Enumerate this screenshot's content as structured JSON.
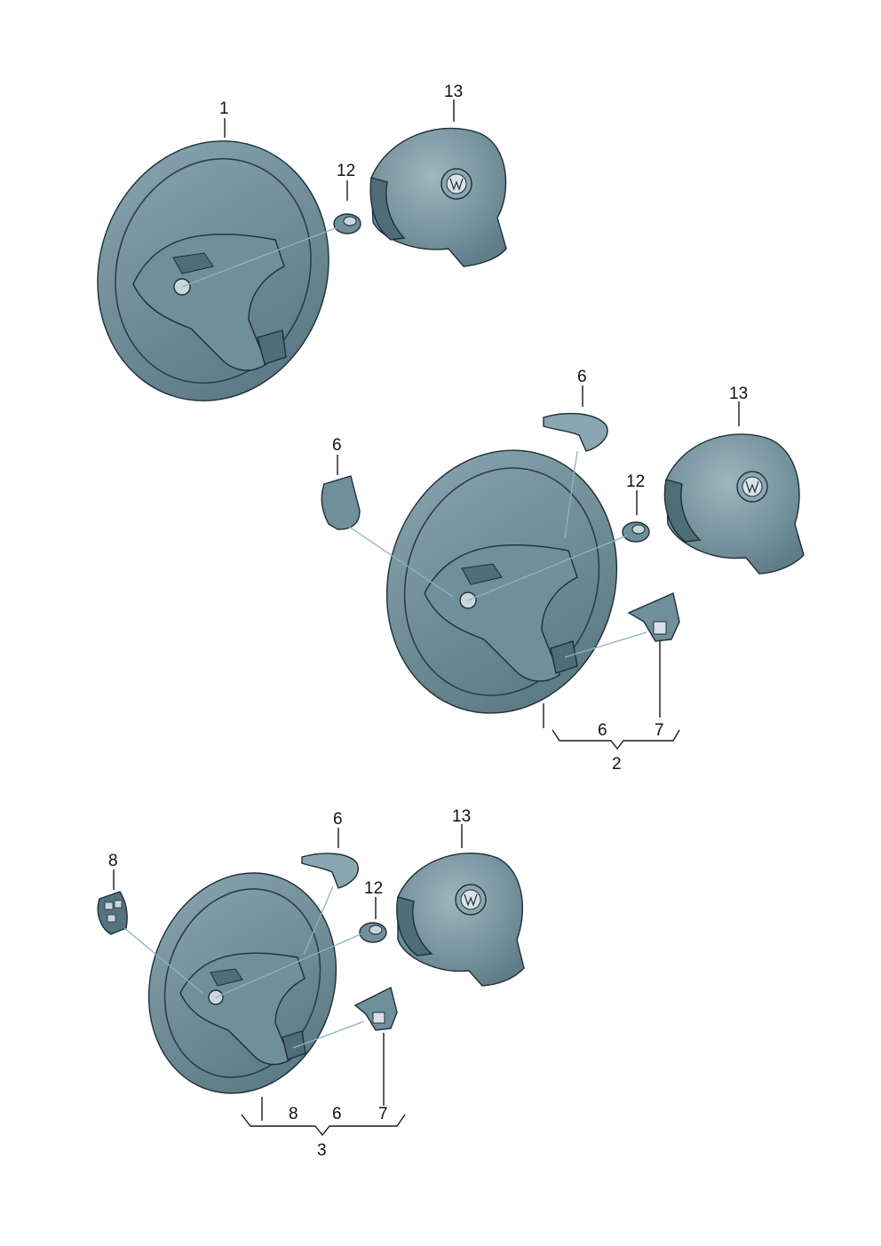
{
  "labels": {
    "g1_wheel": "1",
    "g1_nut": "12",
    "g1_airbag": "13",
    "g2_cover_a": "6",
    "g2_cover_b": "6",
    "g2_nut": "12",
    "g2_airbag": "13",
    "g2_bracket_6": "6",
    "g2_bracket_7": "7",
    "g2_assembly": "2",
    "g3_switch": "8",
    "g3_cover": "6",
    "g3_nut": "12",
    "g3_airbag": "13",
    "g3_bracket_8": "8",
    "g3_bracket_6": "6",
    "g3_bracket_7": "7",
    "g3_assembly": "3"
  },
  "colors": {
    "part_fill": "#6f8f9a",
    "part_dark": "#4f6d77",
    "part_light": "#9db6bf",
    "leader": "#8fb3c2"
  }
}
